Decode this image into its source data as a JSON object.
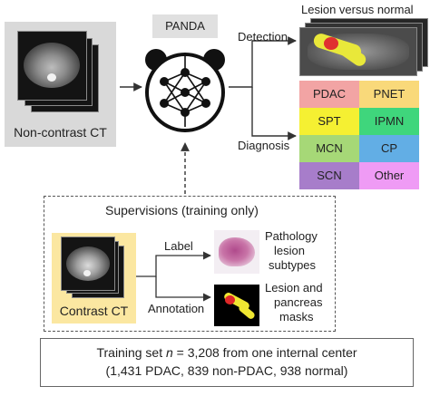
{
  "input": {
    "label": "Non-contrast CT"
  },
  "model": {
    "label": "PANDA"
  },
  "branches": {
    "detection": "Detection",
    "diagnosis": "Diagnosis"
  },
  "detection_output": {
    "title": "Lesion versus normal"
  },
  "diagnosis_classes": [
    {
      "label": "PDAC",
      "color": "#f2a4a4"
    },
    {
      "label": "PNET",
      "color": "#f9d97a"
    },
    {
      "label": "SPT",
      "color": "#f5f032"
    },
    {
      "label": "IPMN",
      "color": "#3fd67c"
    },
    {
      "label": "MCN",
      "color": "#a6d877"
    },
    {
      "label": "CP",
      "color": "#62aee5"
    },
    {
      "label": "SCN",
      "color": "#a77dca"
    },
    {
      "label": "Other",
      "color": "#ef9bf5"
    }
  ],
  "supervision": {
    "title": "Supervisions (training only)",
    "source": "Contrast CT",
    "label_edge": "Label",
    "annotation_edge": "Annotation",
    "pathology": [
      "Pathology",
      "lesion",
      "subtypes"
    ],
    "masks": [
      "Lesion and",
      "pancreas",
      "masks"
    ]
  },
  "training": {
    "line1_prefix": "Training set ",
    "line1_var": "n",
    "line1_rest": " = 3,208 from one internal center",
    "line2": "(1,431 PDAC, 839 non-PDAC, 938 normal)"
  }
}
